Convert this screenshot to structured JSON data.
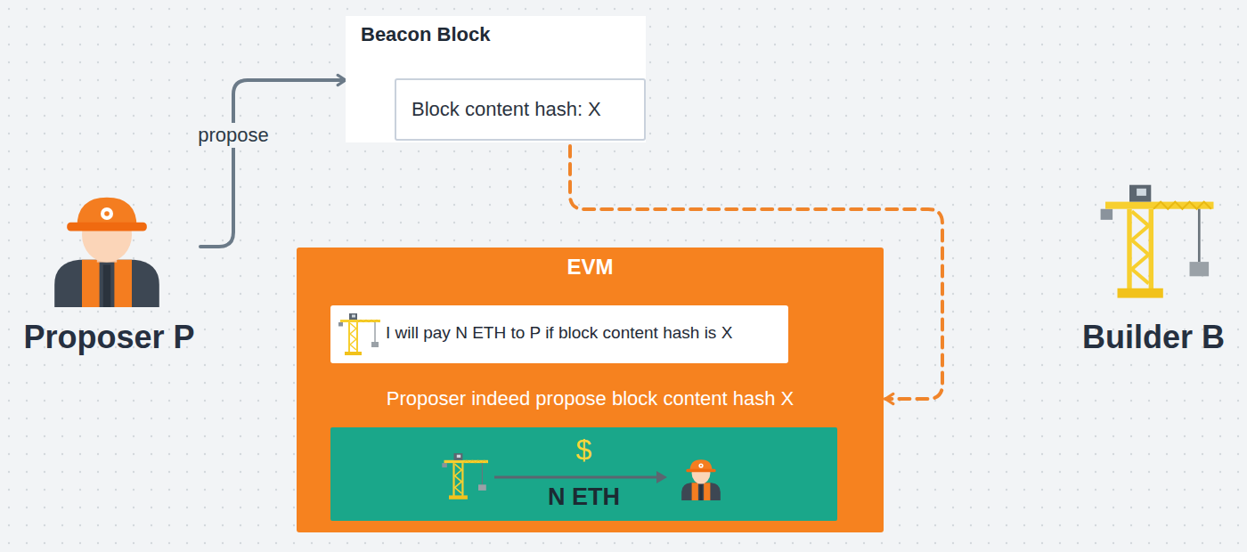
{
  "diagram": {
    "nodes": [
      {
        "text": [
          "Beacon Block"
        ]
      },
      {
        "text": [
          "Block content hash: X"
        ],
        "in": 0
      },
      {
        "text": [
          "Proposer P"
        ]
      },
      {
        "text": [
          "EVM",
          "Proposer indeed propose block content hash X"
        ]
      },
      {
        "text": [
          "I will pay N ETH to P if block content hash is X"
        ],
        "in": 3
      },
      {
        "text": [
          "$",
          "N ETH"
        ],
        "in": 3
      },
      {
        "text": [
          "Builder B"
        ]
      }
    ],
    "edges": [
      {
        "from": 2,
        "to": 0,
        "arrow": "to",
        "label": "propose"
      },
      {
        "from": 1,
        "to": 3,
        "arrow": "to"
      }
    ]
  }
}
